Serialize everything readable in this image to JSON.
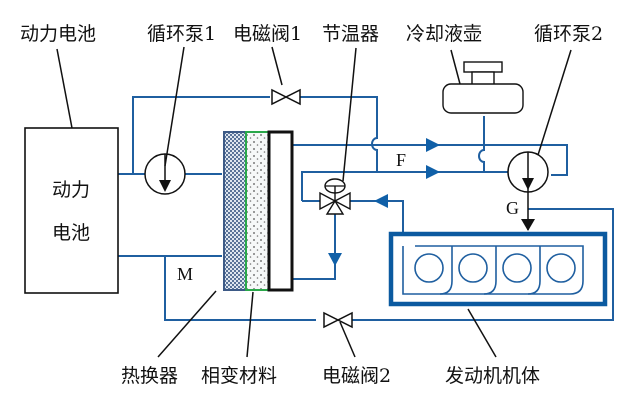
{
  "labels": {
    "battery_top": "动力电池",
    "pump1": "循环泵1",
    "valve1": "电磁阀1",
    "thermostat": "节温器",
    "coolant_tank": "冷却液壶",
    "pump2": "循环泵2",
    "battery_box_line1": "动力",
    "battery_box_line2": "电池",
    "heat_exchanger": "热换器",
    "pcm": "相变材料",
    "valve2": "电磁阀2",
    "engine_block": "发动机机体",
    "point_f": "F",
    "point_g": "G",
    "point_m": "M"
  },
  "colors": {
    "pipe": "#1f5fa0",
    "engine_frame": "#0b5aa0",
    "pcm_border": "#2aa84a",
    "exchanger_fill": "#5a7aa8"
  }
}
